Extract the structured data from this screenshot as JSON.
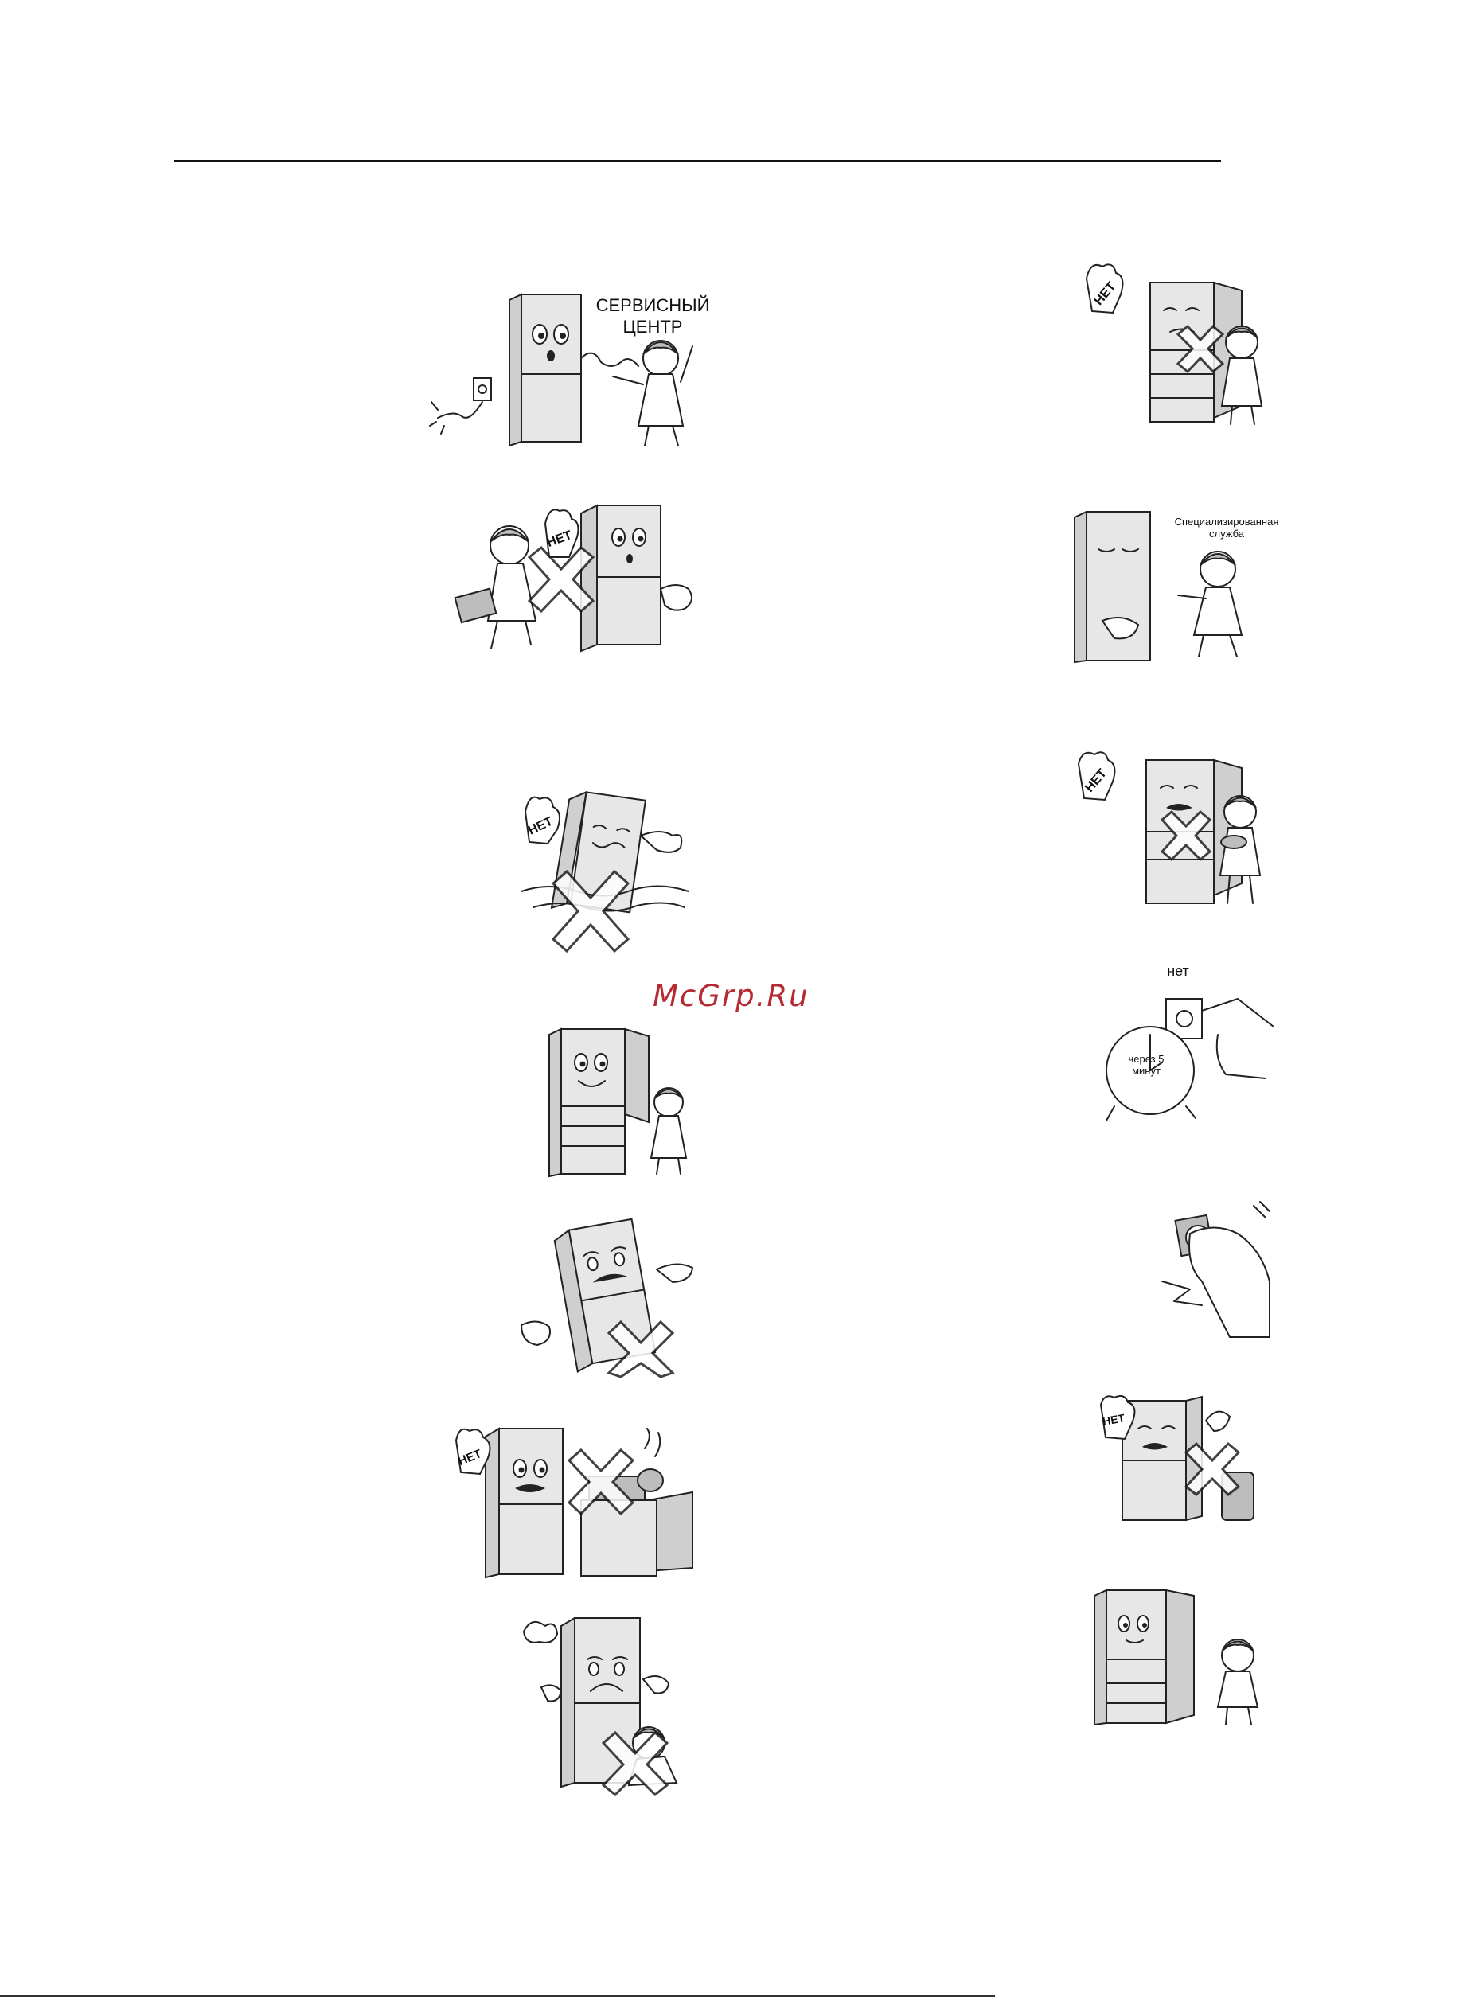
{
  "watermark": "McGrp.Ru",
  "captions": {
    "service_center": "СЕРВИСНЫЙ ЦЕНТР",
    "specialized_service": "Специализированная служба",
    "net_lower": "нет",
    "after_5_min": "через 5 минут"
  },
  "badge": "НЕТ",
  "icons": {
    "fridge": "refrigerator-character-icon",
    "girl": "girl-character-icon",
    "cross": "prohibition-cross-icon",
    "hand": "stop-hand-icon",
    "clock": "clock-icon"
  }
}
